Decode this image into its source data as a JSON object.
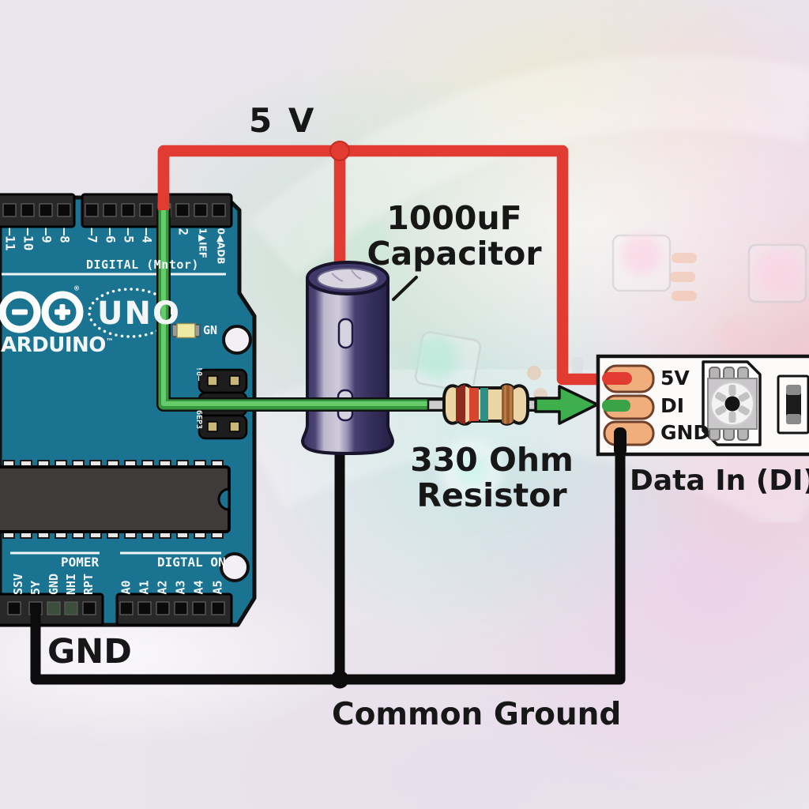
{
  "labels": {
    "supply": "5 V",
    "capacitor_line1": "1000uF",
    "capacitor_line2": "Capacitor",
    "resistor_line1": "330 Ohm",
    "resistor_line2": "Resistor",
    "data_in": "Data In (DI)",
    "gnd": "GND",
    "common_ground": "Common Ground"
  },
  "arduino": {
    "brand": "ARDUINO",
    "trademark": "™",
    "registered": "®",
    "model": "UNO",
    "digital_section": "DIGITAL (Mntor)",
    "led_label": "GN",
    "power_section": "POMER",
    "analog_section": "DIGTAL ON",
    "digital_pins": [
      "—11",
      "—10",
      "—9",
      "—8",
      "—7",
      "—6",
      "—5",
      "—4",
      "2",
      "1▲IEF",
      "0◀ADB"
    ],
    "power_pins": [
      "SSV",
      "5Y",
      "GND",
      "NHI",
      "RPT"
    ],
    "analog_pins": [
      "A0",
      "A1",
      "A2",
      "A3",
      "A4",
      "A5"
    ],
    "icsp_labels": [
      "!0—",
      "6EP3"
    ]
  },
  "led_strip": {
    "pad_labels": [
      "5V",
      "DI",
      "GND"
    ]
  },
  "colors": {
    "board_teal": "#1a7390",
    "wire_red": "#e23b31",
    "wire_green": "#3aa348",
    "wire_black": "#0c0c0c",
    "pad_copper": "#f0ae7d",
    "capacitor_body": "#3b3563",
    "resistor_body": "#ecd5a4",
    "background": "#e9e5ec"
  }
}
